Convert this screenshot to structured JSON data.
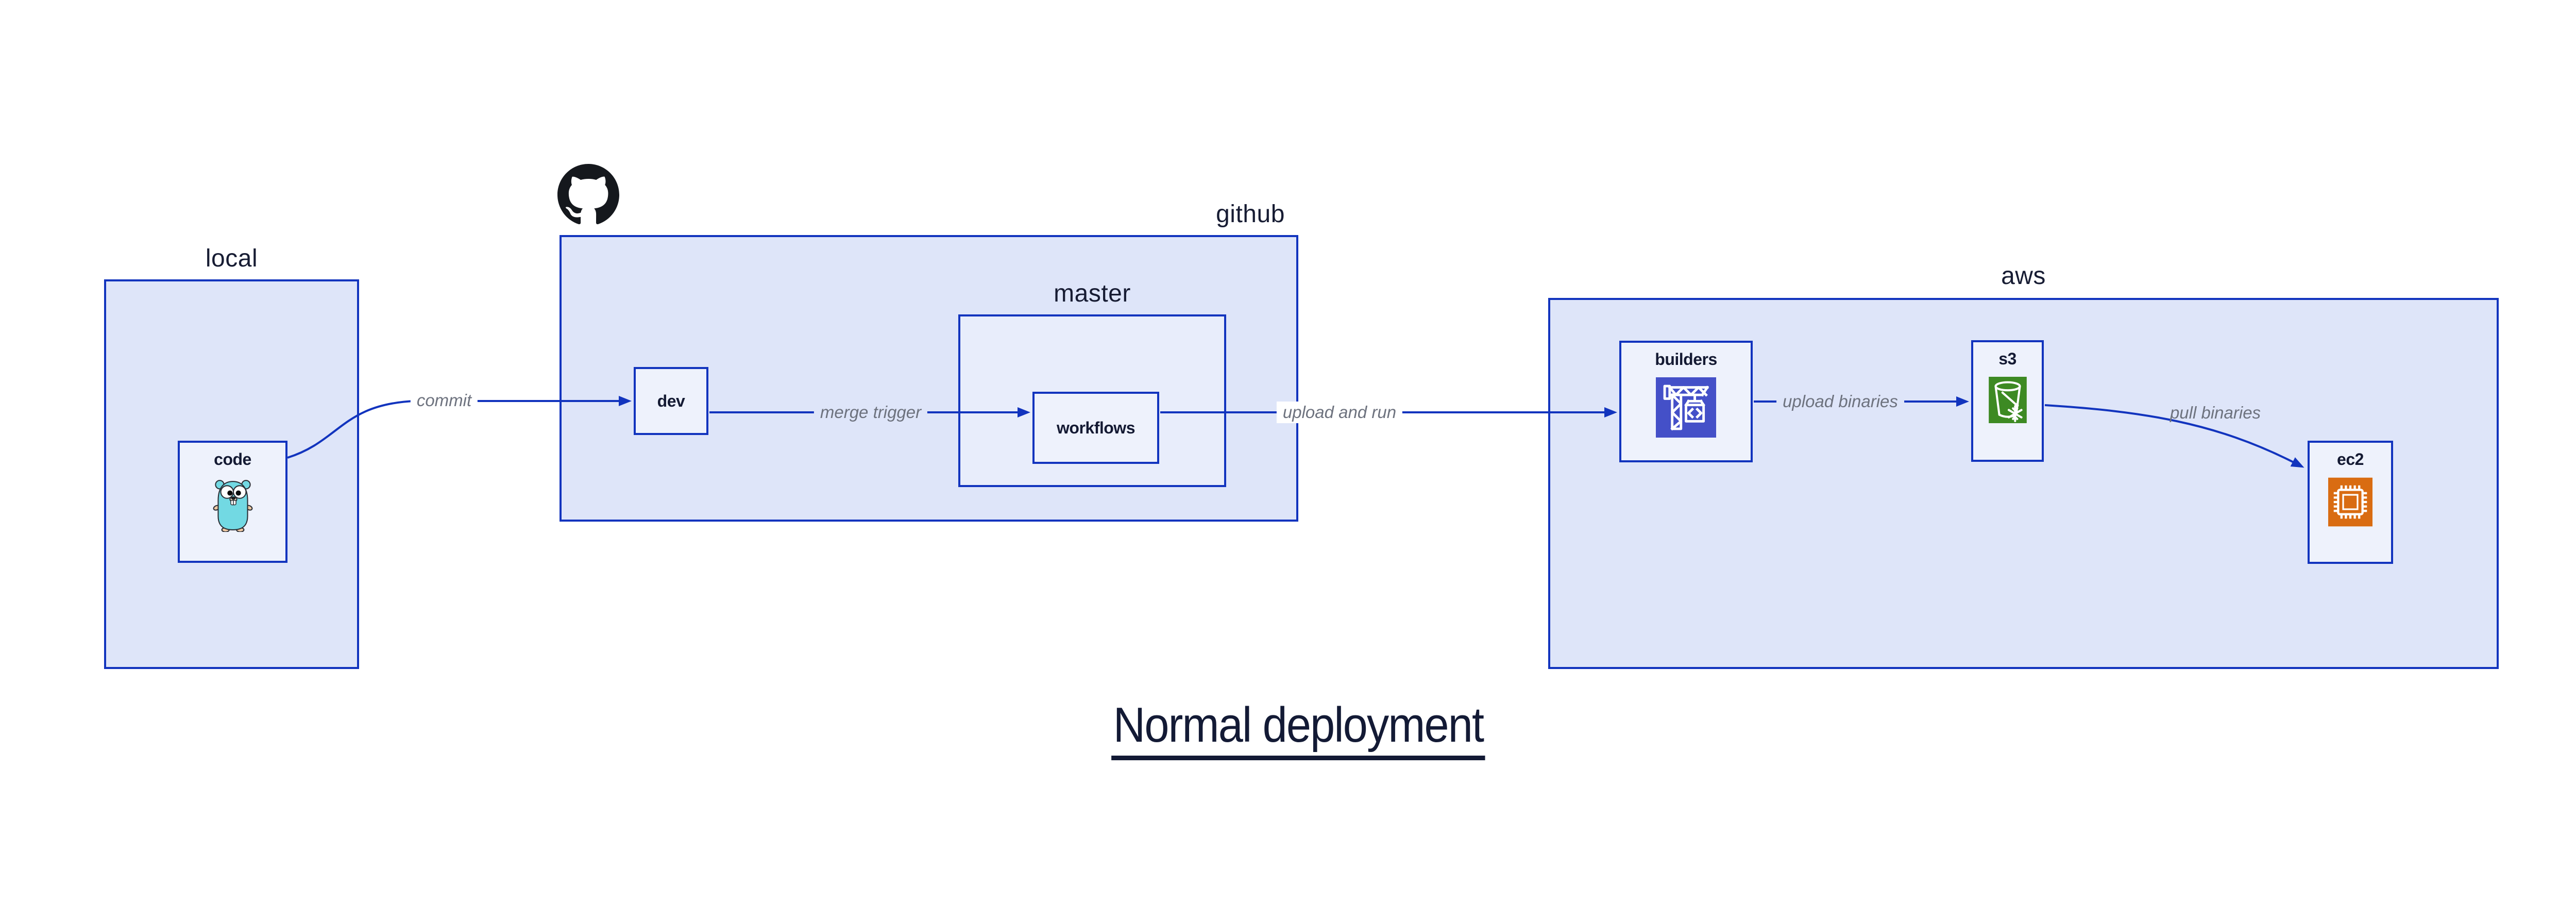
{
  "diagram": {
    "title": "Normal deployment",
    "groups": {
      "local": {
        "label": "local"
      },
      "github": {
        "label": "github",
        "logo": "github-octocat-icon"
      },
      "master": {
        "label": "master"
      },
      "aws": {
        "label": "aws"
      }
    },
    "nodes": {
      "code": {
        "label": "code",
        "icon": "go-gopher-icon"
      },
      "dev": {
        "label": "dev"
      },
      "workflows": {
        "label": "workflows"
      },
      "builders": {
        "label": "builders",
        "icon": "aws-codebuild-icon"
      },
      "s3": {
        "label": "s3",
        "icon": "aws-s3-glacier-icon"
      },
      "ec2": {
        "label": "ec2",
        "icon": "aws-ec2-icon"
      }
    },
    "edges": {
      "commit": {
        "label": "commit",
        "from": "code",
        "to": "dev"
      },
      "merge_trigger": {
        "label": "merge trigger",
        "from": "dev",
        "to": "workflows"
      },
      "upload_and_run": {
        "label": "upload and run",
        "from": "workflows",
        "to": "builders"
      },
      "upload_binaries": {
        "label": "upload binaries",
        "from": "builders",
        "to": "s3"
      },
      "pull_binaries": {
        "label": "pull binaries",
        "from": "s3",
        "to": "ec2"
      }
    },
    "colors": {
      "edge_blue": "#1234BE",
      "group_fill": "#DEE5F9",
      "master_fill": "#E8EDFB",
      "node_fill": "#EEF2FC",
      "text_dark": "#141A33",
      "edge_label_gray": "#6D727E",
      "codebuild_indigo": "#4450C8",
      "s3_green": "#3D8A23",
      "ec2_orange": "#D96C12",
      "octocat_black": "#15181D",
      "gopher_teal": "#72D9E3"
    }
  }
}
